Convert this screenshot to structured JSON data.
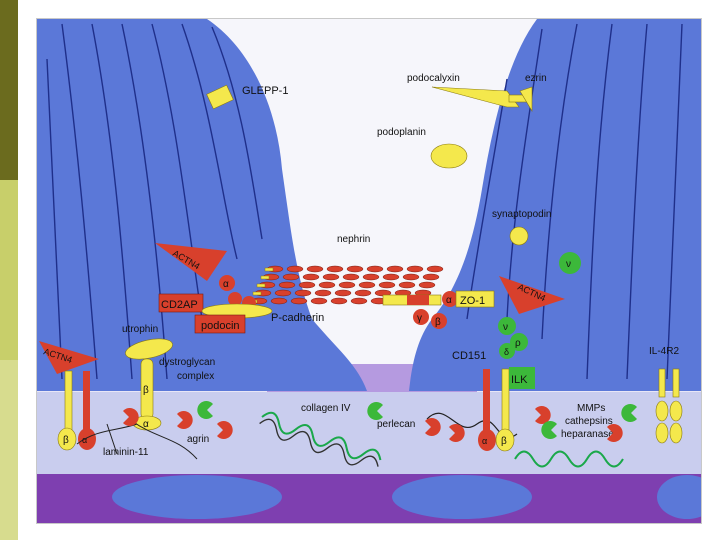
{
  "slide": {
    "sidebar_colors": [
      "#6b6b1e",
      "#c8cf6a",
      "#d7dc8e"
    ]
  },
  "figure": {
    "labels": {
      "glepp1": "GLEPP-1",
      "podocalyxin": "podocalyxin",
      "ezrin": "ezrin",
      "podoplanin": "podoplanin",
      "synaptopodin": "synaptopodin",
      "nephrin": "nephrin",
      "zo1": "ZO-1",
      "cd2ap": "CD2AP",
      "podocin": "podocin",
      "pcadherin": "P-cadherin",
      "utrophin": "utrophin",
      "dystroglycan1": "dystroglycan",
      "dystroglycan2": "complex",
      "actn4_left": "ACTN4",
      "actn4_top": "ACTN4",
      "actn4_right": "ACTN4",
      "collagen": "collagen IV",
      "perlecan": "perlecan",
      "agrin": "agrin",
      "laminin": "laminin-11",
      "cd151": "CD151",
      "ilk": "ILK",
      "il4r2": "IL-4R2",
      "mmps1": "MMPs",
      "mmps2": "cathepsins",
      "mmps3": "heparanase",
      "alpha": "α",
      "beta": "β",
      "gamma": "γ",
      "nu": "ν",
      "delta": "δ",
      "rho": "ρ"
    },
    "colors": {
      "podocyte": "#5b78d8",
      "podocyte_line": "#1f2f8a",
      "gbm": "#c9cdee",
      "endothelium": "#7e3fb0",
      "yellow": "#f4e84c",
      "red": "#d8402c",
      "green": "#3cb83a",
      "collagen_green": "#1aa84a"
    }
  }
}
